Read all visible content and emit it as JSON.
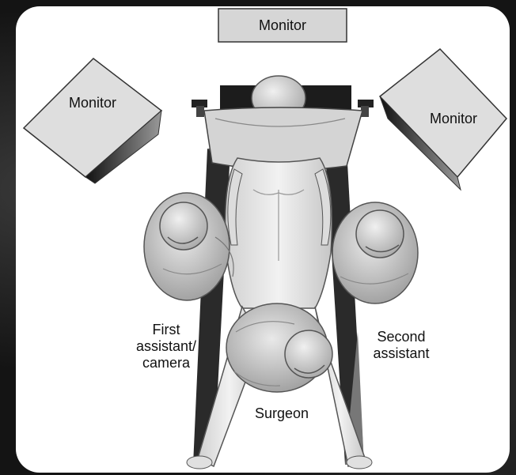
{
  "monitors": {
    "top": "Monitor",
    "left": "Monitor",
    "right": "Monitor"
  },
  "roles": {
    "first_assistant_line1": "First",
    "first_assistant_line2": "assistant/",
    "first_assistant_line3": "camera",
    "second_assistant_line1": "Second",
    "second_assistant_line2": "assistant",
    "surgeon": "Surgeon"
  }
}
